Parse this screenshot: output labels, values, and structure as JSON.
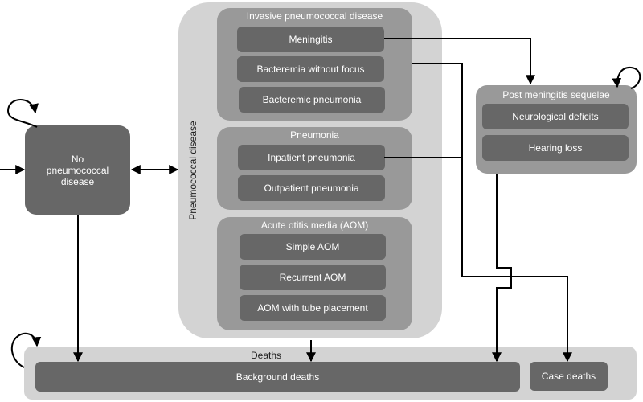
{
  "nodes": {
    "no_disease": "No pneumococcal disease",
    "pneumococcal_disease": "Pneumococcal disease",
    "ipd": {
      "title": "Invasive pneumococcal disease",
      "items": [
        "Meningitis",
        "Bacteremia without focus",
        "Bacteremic pneumonia"
      ]
    },
    "pneumonia": {
      "title": "Pneumonia",
      "items": [
        "Inpatient pneumonia",
        "Outpatient pneumonia"
      ]
    },
    "aom": {
      "title": "Acute otitis media (AOM)",
      "items": [
        "Simple AOM",
        "Recurrent AOM",
        "AOM with tube placement"
      ]
    },
    "sequelae": {
      "title": "Post meningitis sequelae",
      "items": [
        "Neurological deficits",
        "Hearing loss"
      ]
    },
    "deaths": {
      "title": "Deaths",
      "items": [
        "Background deaths",
        "Case deaths"
      ]
    }
  },
  "colors": {
    "outer": "#d3d3d3",
    "group": "#999999",
    "state": "#676767",
    "arrow": "#000000"
  }
}
